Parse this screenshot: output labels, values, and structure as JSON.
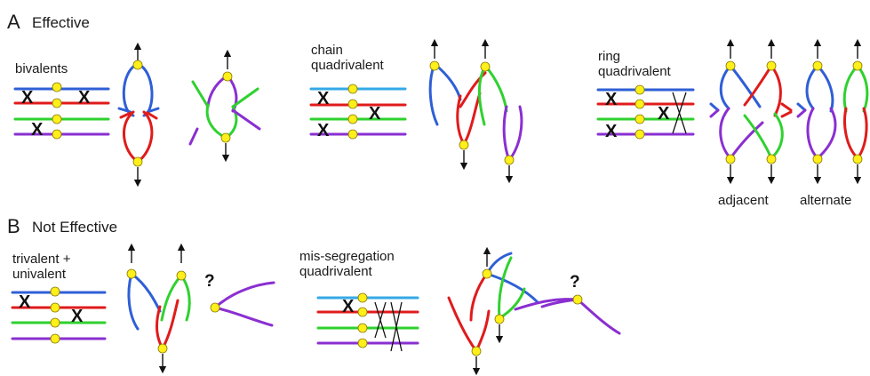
{
  "colors": {
    "blue": "#2f5fd6",
    "red": "#e01b1b",
    "green": "#2fd12f",
    "purple": "#8a2fd1",
    "light_blue": "#35a8e6",
    "centromere": "#ffef1a"
  },
  "panel_a": {
    "letter": "A",
    "title": "Effective",
    "bivalents_label": "bivalents",
    "chain_label_1": "chain",
    "chain_label_2": "quadrivalent",
    "ring_label_1": "ring",
    "ring_label_2": "quadrivalent",
    "adjacent_label": "adjacent",
    "alternate_label": "alternate"
  },
  "panel_b": {
    "letter": "B",
    "title": "Not Effective",
    "trivalent_label_1": "trivalent +",
    "trivalent_label_2": "univalent",
    "misseg_label_1": "mis-segregation",
    "misseg_label_2": "quadrivalent"
  },
  "marks": {
    "crossover": "X",
    "unknown": "?"
  }
}
